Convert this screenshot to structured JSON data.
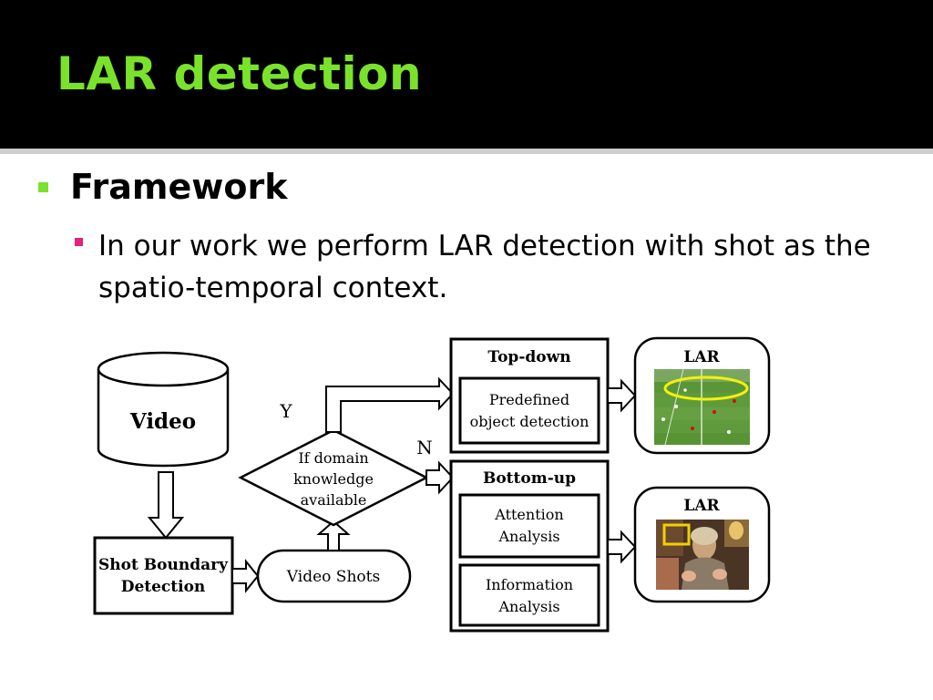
{
  "slide": {
    "title": "LAR detection",
    "bullet_level1": "Framework",
    "bullet_level2": "In our work we perform LAR detection with shot as the spatio-temporal context."
  },
  "diagram": {
    "video": "Video",
    "shot_boundary": [
      "Shot Boundary",
      "Detection"
    ],
    "video_shots": "Video Shots",
    "decision": [
      "If domain",
      "knowledge",
      "available"
    ],
    "yes_label": "Y",
    "no_label": "N",
    "top_down": {
      "header": "Top-down",
      "box": [
        "Predefined",
        "object detection"
      ]
    },
    "bottom_up": {
      "header": "Bottom-up",
      "box1": [
        "Attention",
        "Analysis"
      ],
      "box2": [
        "Information",
        "Analysis"
      ]
    },
    "lar_top": "LAR",
    "lar_bottom": "LAR"
  },
  "colors": {
    "title": "#7ae22b",
    "bullet1": "#7ae22b",
    "bullet2": "#e6217a",
    "highlight_ellipse": "#f2f20a",
    "highlight_box": "#f2d000"
  }
}
